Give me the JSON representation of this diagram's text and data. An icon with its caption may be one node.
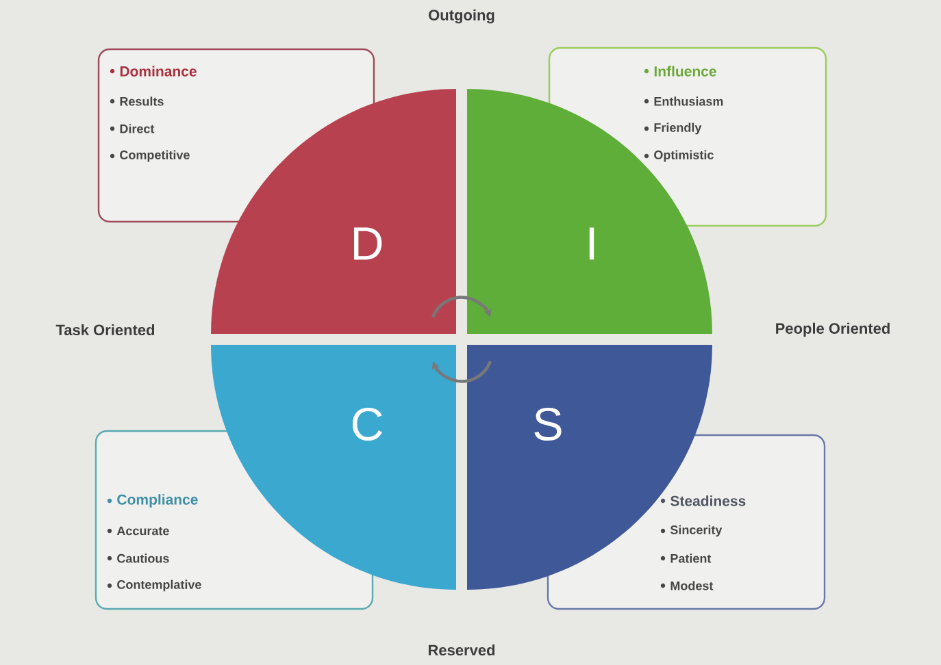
{
  "diagram": {
    "nodes": [
      {
        "text": [
          "Dominance",
          "Results",
          "Direct",
          "Competitive"
        ]
      },
      {
        "text": [
          "Influence",
          "Enthusiasm",
          "Friendly",
          "Optimistic"
        ]
      },
      {
        "text": [
          "Compliance",
          "Accurate",
          "Cautious",
          "Contemplative"
        ]
      },
      {
        "text": [
          "Steadiness",
          "Sincerity",
          "Patient",
          "Modest"
        ]
      },
      {
        "text": [
          "D"
        ]
      },
      {
        "text": [
          "I"
        ]
      },
      {
        "text": [
          "C"
        ]
      },
      {
        "text": [
          "S"
        ]
      }
    ],
    "edges": [
      {
        "from": 4,
        "to": 5,
        "arrow": "to"
      },
      {
        "from": 7,
        "to": 6,
        "arrow": "to"
      }
    ],
    "labels": [
      "Outgoing",
      "Task Oriented",
      "People Oriented",
      "Reserved"
    ]
  }
}
